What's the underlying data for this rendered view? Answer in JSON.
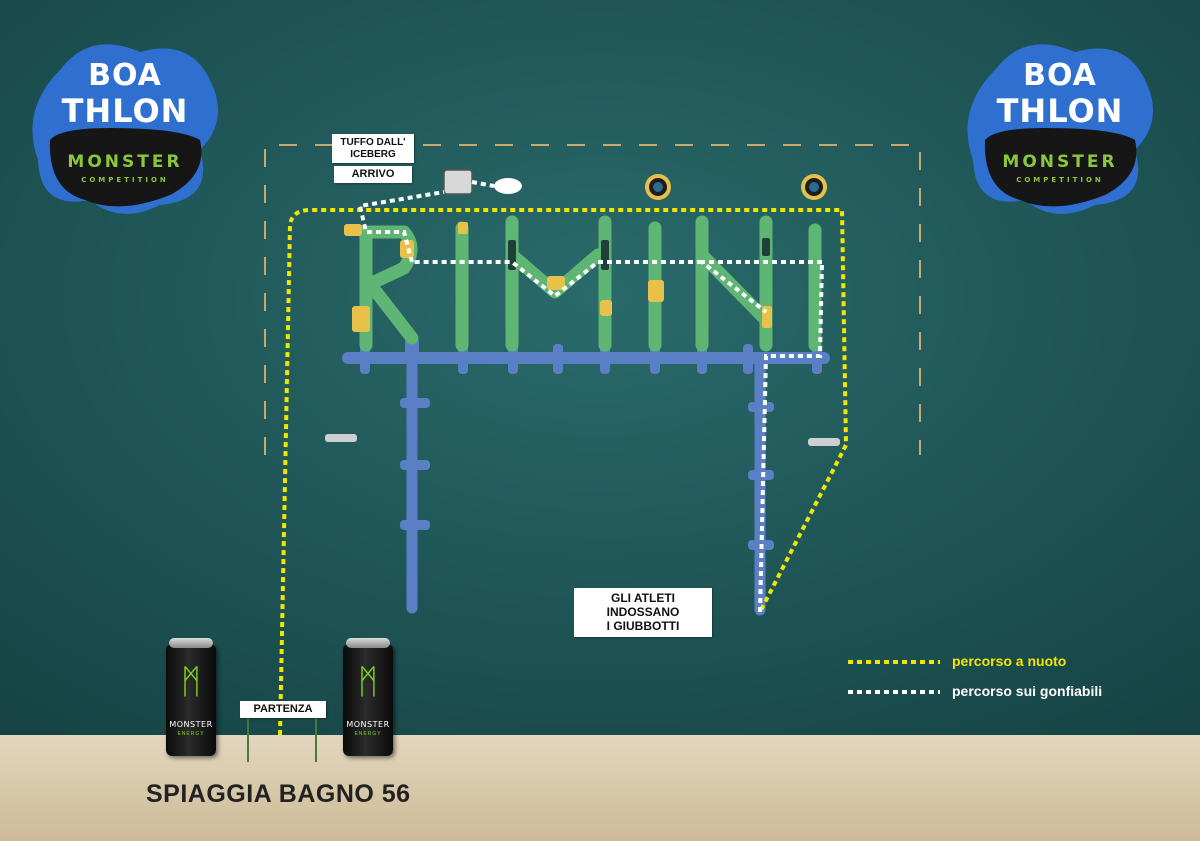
{
  "logo": {
    "line1": "BOA",
    "line2": "THLON",
    "line3": "MONSTER",
    "line4": "COMPETITION"
  },
  "labels": {
    "dive": [
      "TUFFO DALL'",
      "ICEBERG"
    ],
    "finish": "ARRIVO",
    "athletes": [
      "GLI ATLETI",
      "INDOSSANO",
      "I GIUBBOTTI"
    ],
    "start": "PARTENZA",
    "beach": "SPIAGGIA BAGNO 56"
  },
  "cans": {
    "brand": "MONSTER",
    "sub": "ENERGY"
  },
  "legend": {
    "swim": "percorso a nuoto",
    "inflatables": "percorso sui gonfiabili"
  },
  "colors": {
    "sea": "#1f5a5c",
    "sand": "#d9cbb0",
    "swim_route": "#f2e600",
    "inflatable_route": "#ffffff",
    "buoy_dash": "#c9a86a",
    "platform_blue": "#5a7fc4",
    "letters_green": "#5fb573",
    "accent_yellow": "#e8c14a",
    "logo_blue": "#2f6fd0",
    "logo_green": "#8cc63f",
    "monster_green": "#7ed321"
  }
}
